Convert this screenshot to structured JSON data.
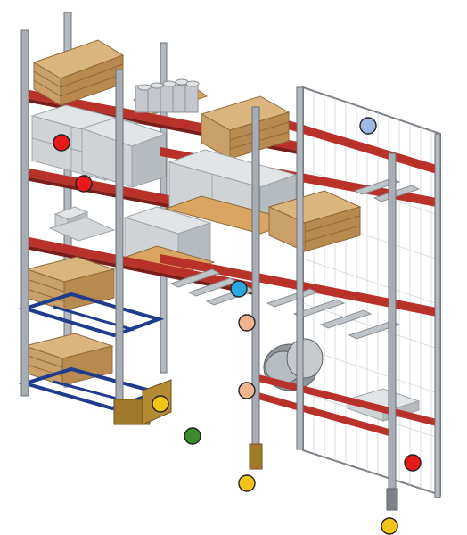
{
  "colors": {
    "upright": "#9aa0a8",
    "upright_dark": "#6b7078",
    "beam": "#b8322a",
    "beam_dark": "#7a1d18",
    "crate": "#c9a06a",
    "crate_dark": "#8f6a3a",
    "block": "#cfd3d6",
    "block_dark": "#9ea4a9",
    "pallet": "#d9a560",
    "blue_frame": "#1f3c8c",
    "footplate": "#a07a2a",
    "mesh": "#7d8288",
    "reel": "#8f9599",
    "marker_red": "#e8191a",
    "marker_blue": "#29a8e0",
    "marker_lightblue": "#9fb9e4",
    "marker_peach": "#f2b48e",
    "marker_yellow": "#f2c418",
    "marker_green": "#3c8a2e"
  },
  "markers": [
    {
      "kind": "red",
      "color": "#e8191a"
    },
    {
      "kind": "red",
      "color": "#e8191a"
    },
    {
      "kind": "light-blue",
      "color": "#9fb9e4"
    },
    {
      "kind": "blue",
      "color": "#29a8e0"
    },
    {
      "kind": "peach",
      "color": "#f2b48e"
    },
    {
      "kind": "peach",
      "color": "#f2b48e"
    },
    {
      "kind": "yellow",
      "color": "#f2c418"
    },
    {
      "kind": "green",
      "color": "#3c8a2e"
    },
    {
      "kind": "yellow",
      "color": "#f2c418"
    },
    {
      "kind": "red",
      "color": "#e8191a"
    },
    {
      "kind": "yellow",
      "color": "#f2c418"
    }
  ]
}
